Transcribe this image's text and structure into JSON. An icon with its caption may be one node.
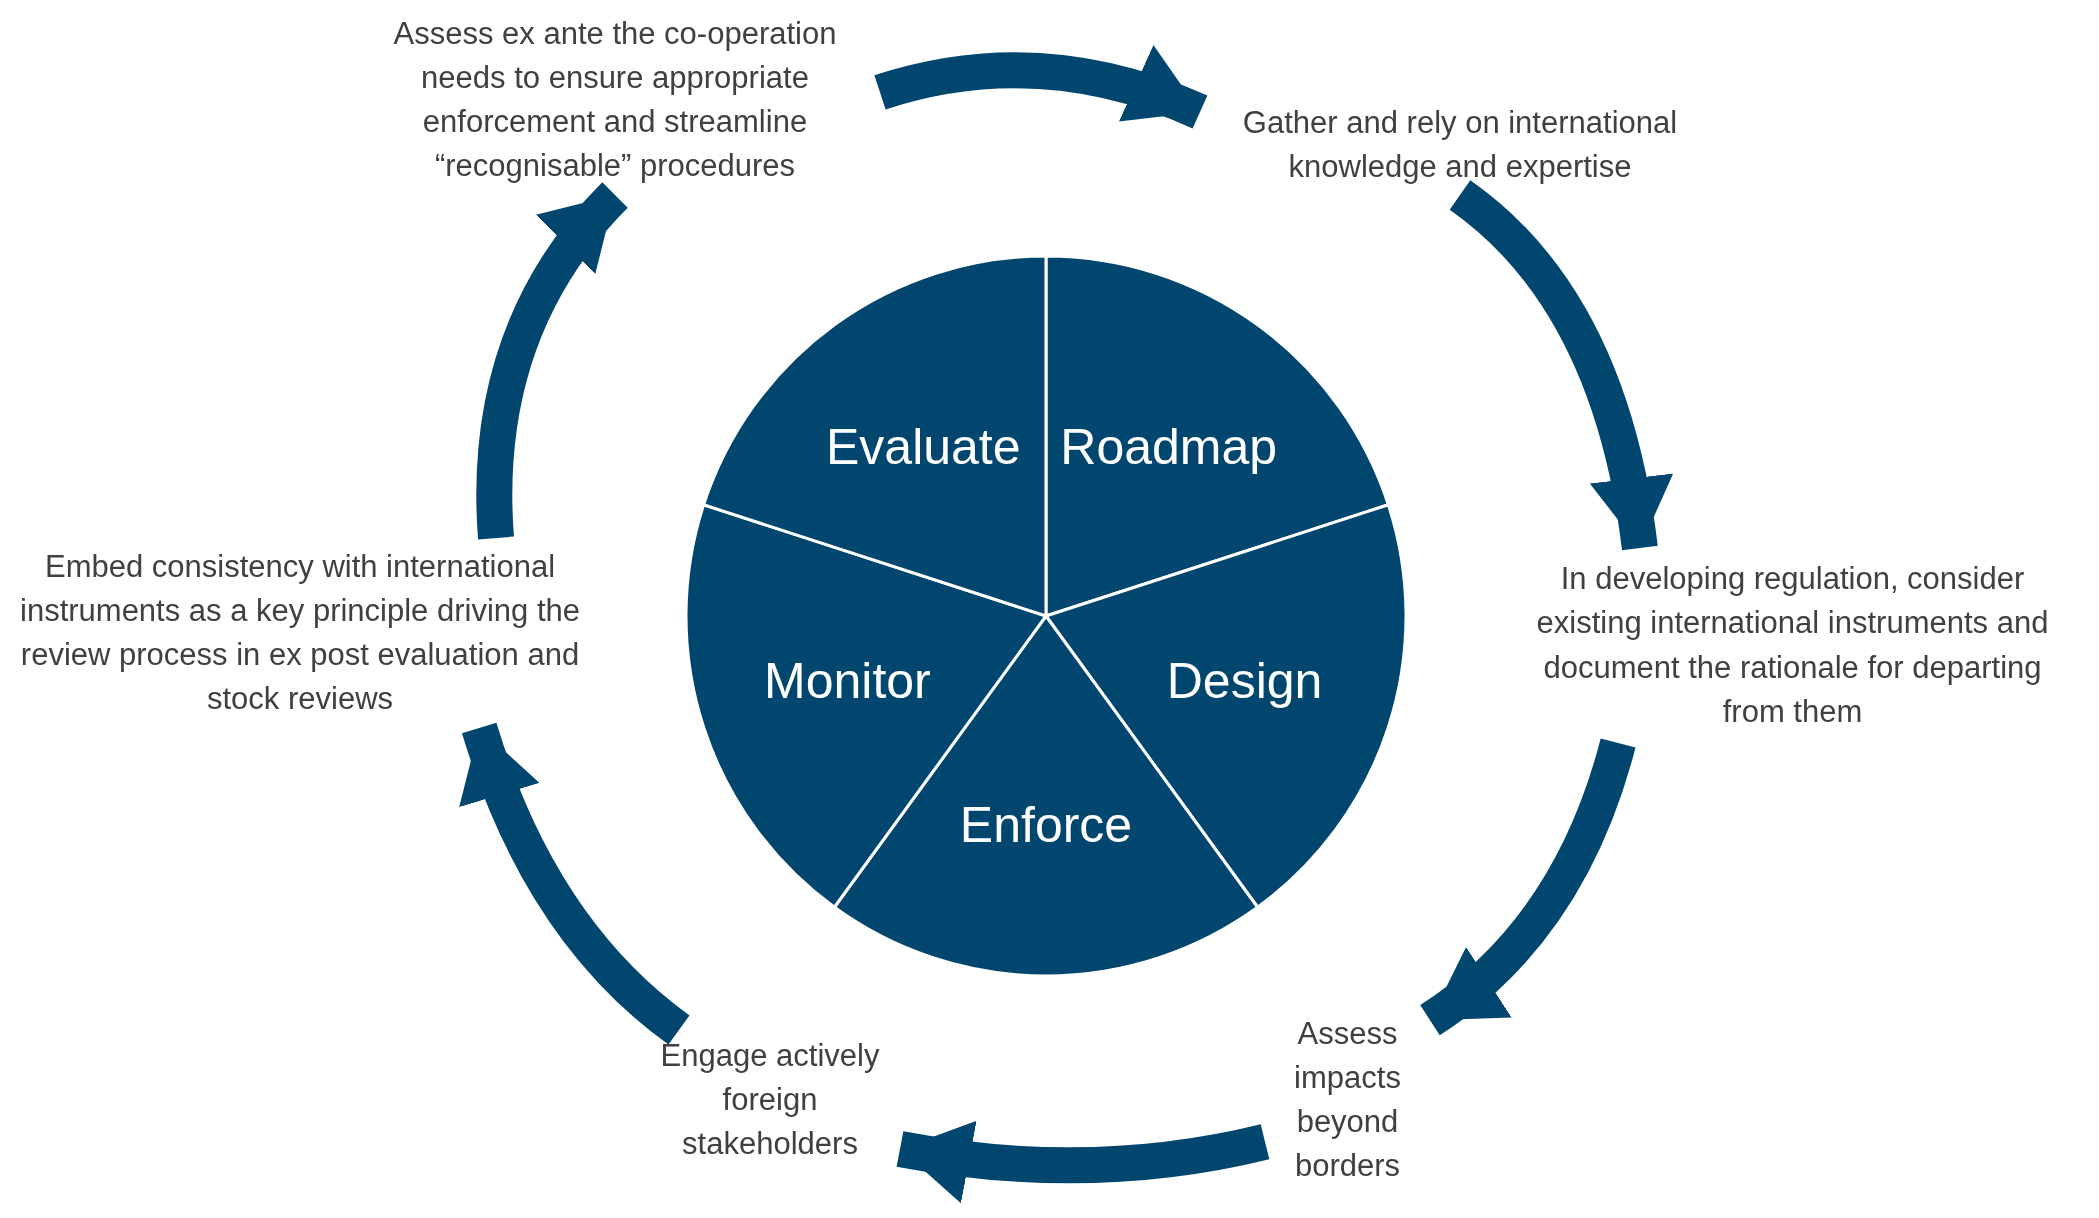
{
  "diagram": {
    "nodes": [
      {
        "text": [
          "Assess ex ante the co-operation needs to ensure appropriate enforcement and streamline “recognisable” procedures"
        ]
      },
      {
        "text": [
          "Gather and rely on international knowledge and expertise"
        ]
      },
      {
        "text": [
          "In developing regulation, consider existing international instruments and document the rationale for departing from them"
        ]
      },
      {
        "text": [
          "Assess impacts beyond borders"
        ]
      },
      {
        "text": [
          "Engage actively foreign stakeholders"
        ]
      },
      {
        "text": [
          "Embed consistency with international instruments as a key principle driving the review process in ex post evaluation and stock reviews"
        ]
      },
      {
        "text": [
          "Roadmap"
        ]
      },
      {
        "text": [
          "Design"
        ]
      },
      {
        "text": [
          "Enforce"
        ]
      },
      {
        "text": [
          "Monitor"
        ]
      },
      {
        "text": [
          "Evaluate"
        ]
      }
    ],
    "edges": [
      {
        "from": 0,
        "to": 1,
        "arrow": "to"
      },
      {
        "from": 1,
        "to": 2,
        "arrow": "to"
      },
      {
        "from": 2,
        "to": 3,
        "arrow": "to"
      },
      {
        "from": 3,
        "to": 4,
        "arrow": "to"
      },
      {
        "from": 4,
        "to": 5,
        "arrow": "to"
      },
      {
        "from": 5,
        "to": 0,
        "arrow": "to"
      }
    ]
  }
}
